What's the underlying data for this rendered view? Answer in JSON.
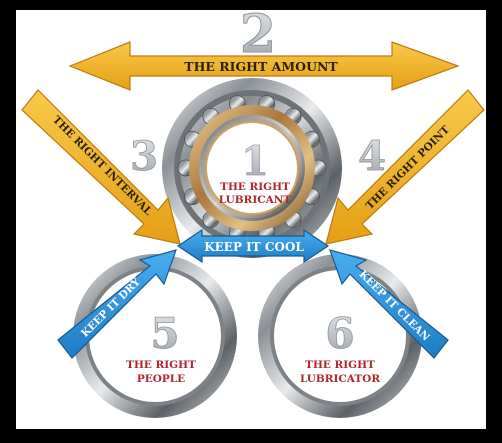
{
  "numbers": {
    "n1": "1",
    "n2": "2",
    "n3": "3",
    "n4": "4",
    "n5": "5",
    "n6": "6"
  },
  "labels": {
    "right_amount": "THE RIGHT AMOUNT",
    "right_interval": "THE RIGHT INTERVAL",
    "right_point": "THE RIGHT POINT",
    "keep_cool": "KEEP IT COOL",
    "keep_dry": "KEEP IT DRY",
    "keep_clean": "KEEP IT CLEAN",
    "lubricant_line1": "THE RIGHT",
    "lubricant_line2": "LUBRICANT",
    "people_line1": "THE RIGHT",
    "people_line2": "PEOPLE",
    "lubricator_line1": "THE RIGHT",
    "lubricator_line2": "LUBRICATOR"
  },
  "colors": {
    "frame": "#000000",
    "panel": "#ffffff",
    "gold_arrow": "#f2b22a",
    "gold_arrow_dark": "#c98a12",
    "blue_arrow": "#2f95de",
    "blue_arrow_dark": "#1f6fb0",
    "red_text": "#b1262a",
    "number_gray": "#cfd3d6"
  }
}
